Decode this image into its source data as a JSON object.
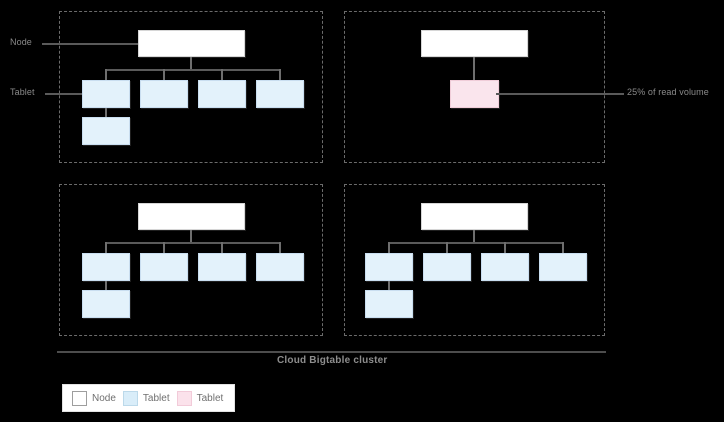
{
  "diagram": {
    "background_color": "#000000",
    "caption": "Cloud Bigtable cluster",
    "annotations": {
      "node_label": "Node",
      "tablet_label": "Tablet",
      "read_volume_label": "25% of read volume"
    },
    "colors": {
      "node_fill": "#ffffff",
      "tablet_fill": "#e3f2fb",
      "hot_tablet_fill": "#fae5ed",
      "connector": "#5a5a5a",
      "group_border": "#6b6b6b",
      "text": "#8a8a8a"
    },
    "groups": [
      {
        "id": "group-top-left",
        "node": {
          "name": "node",
          "type": "node"
        },
        "tablets": [
          {
            "name": "tablet-1",
            "type": "tablet"
          },
          {
            "name": "tablet-2",
            "type": "tablet"
          },
          {
            "name": "tablet-3",
            "type": "tablet"
          },
          {
            "name": "tablet-4",
            "type": "tablet"
          },
          {
            "name": "tablet-5",
            "type": "tablet"
          }
        ]
      },
      {
        "id": "group-top-right",
        "node": {
          "name": "node",
          "type": "node"
        },
        "tablets": [
          {
            "name": "tablet-hot",
            "type": "hot-tablet"
          }
        ]
      },
      {
        "id": "group-bottom-left",
        "node": {
          "name": "node",
          "type": "node"
        },
        "tablets": [
          {
            "name": "tablet-1",
            "type": "tablet"
          },
          {
            "name": "tablet-2",
            "type": "tablet"
          },
          {
            "name": "tablet-3",
            "type": "tablet"
          },
          {
            "name": "tablet-4",
            "type": "tablet"
          },
          {
            "name": "tablet-5",
            "type": "tablet"
          }
        ]
      },
      {
        "id": "group-bottom-right",
        "node": {
          "name": "node",
          "type": "node"
        },
        "tablets": [
          {
            "name": "tablet-1",
            "type": "tablet"
          },
          {
            "name": "tablet-2",
            "type": "tablet"
          },
          {
            "name": "tablet-3",
            "type": "tablet"
          },
          {
            "name": "tablet-4",
            "type": "tablet"
          },
          {
            "name": "tablet-5",
            "type": "tablet"
          }
        ]
      }
    ]
  },
  "legend": {
    "items": [
      {
        "label": "Node",
        "swatch": "node-swatch",
        "color": "#ffffff"
      },
      {
        "label": "Tablet",
        "swatch": "tablet-swatch",
        "color": "#d9edf9"
      },
      {
        "label": "Tablet",
        "swatch": "hot-tablet-swatch",
        "color": "#fbe2eb"
      }
    ]
  }
}
